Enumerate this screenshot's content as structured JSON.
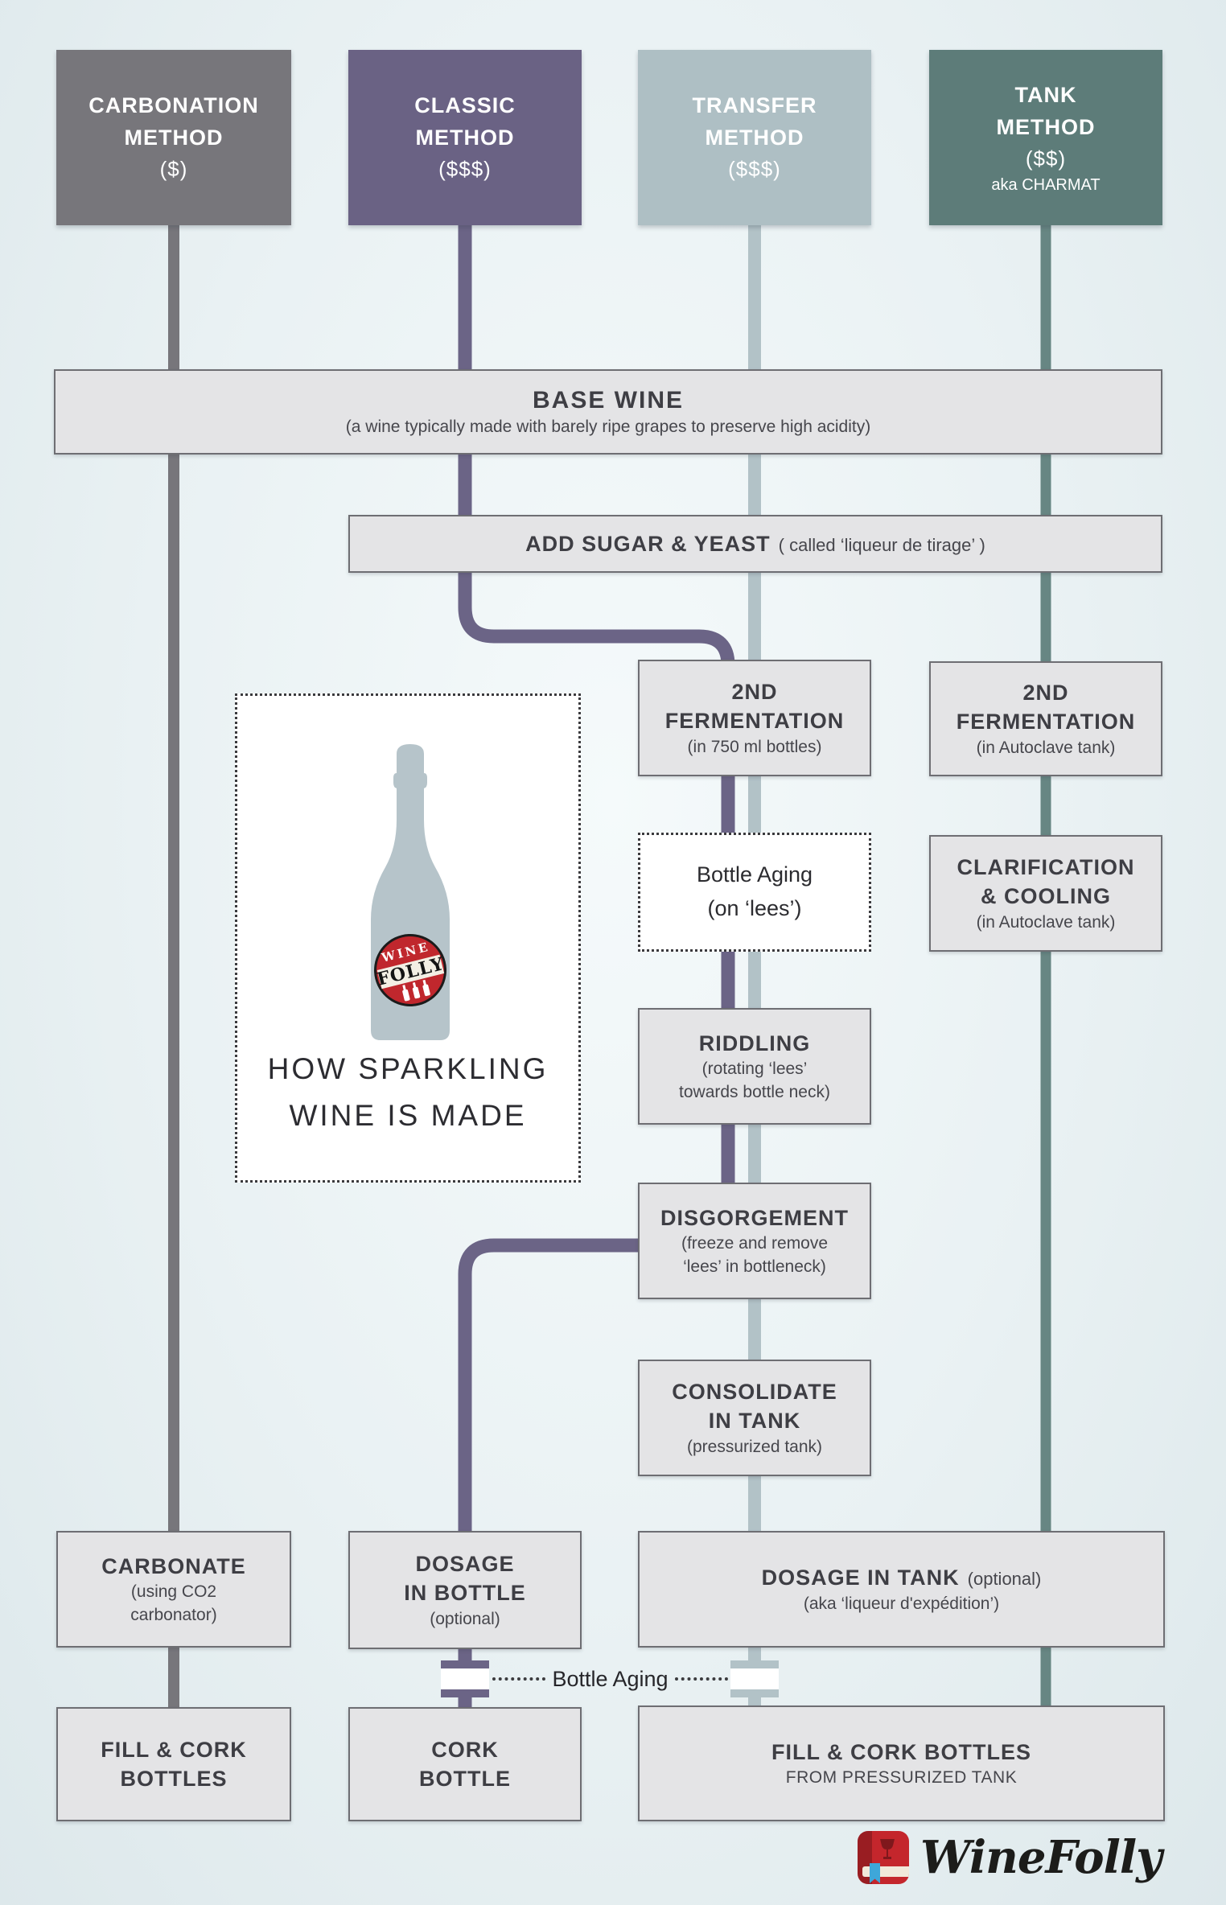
{
  "methods": [
    {
      "line1": "CARBONATION",
      "line2": "METHOD",
      "cost": "($)",
      "note": "",
      "color": "#77767b"
    },
    {
      "line1": "CLASSIC",
      "line2": "METHOD",
      "cost": "($$$)",
      "note": "",
      "color": "#6a6284"
    },
    {
      "line1": "TRANSFER",
      "line2": "METHOD",
      "cost": "($$$)",
      "note": "",
      "color": "#aebfc4"
    },
    {
      "line1": "TANK",
      "line2": "METHOD",
      "cost": "($$)",
      "note": "aka CHARMAT",
      "color": "#5d7c79"
    }
  ],
  "line_colors": {
    "carbonation": "#77767b",
    "classic": "#6b6486",
    "transfer": "#b2c2c7",
    "tank": "#678683"
  },
  "steps": {
    "base_wine": {
      "title": "BASE WINE",
      "subtitle": "(a wine typically made with barely ripe grapes to preserve high acidity)"
    },
    "add_sugar": {
      "title": "ADD SUGAR & YEAST",
      "suffix": "( called ‘liqueur de tirage’ )"
    },
    "ferm_bottles": {
      "title1": "2ND",
      "title2": "FERMENTATION",
      "subtitle": "(in 750 ml bottles)"
    },
    "ferm_tank": {
      "title1": "2ND",
      "title2": "FERMENTATION",
      "subtitle": "(in Autoclave tank)"
    },
    "bottle_aging": {
      "line1": "Bottle Aging",
      "line2": "(on ‘lees’)"
    },
    "clarification": {
      "title1": "CLARIFICATION",
      "title2": "& COOLING",
      "subtitle": "(in Autoclave tank)"
    },
    "riddling": {
      "title": "RIDDLING",
      "sub1": "(rotating ‘lees’",
      "sub2": "towards bottle neck)"
    },
    "disgorgement": {
      "title": "DISGORGEMENT",
      "sub1": "(freeze and remove",
      "sub2": "‘lees’ in bottleneck)"
    },
    "consolidate": {
      "title1": "CONSOLIDATE",
      "title2": "IN TANK",
      "subtitle": "(pressurized tank)"
    },
    "carbonate": {
      "title": "CARBONATE",
      "sub1": "(using CO2",
      "sub2": "carbonator)"
    },
    "dosage_bottle": {
      "title1": "DOSAGE",
      "title2": "IN BOTTLE",
      "subtitle": "(optional)"
    },
    "dosage_tank": {
      "title": "DOSAGE IN TANK",
      "suffix": "(optional)",
      "subtitle": "(aka ‘liqueur d'expédition’)"
    },
    "fill_cork": {
      "title1": "FILL & CORK",
      "title2": "BOTTLES"
    },
    "cork_bottle": {
      "title1": "CORK",
      "title2": "BOTTLE"
    },
    "fill_cork_tank": {
      "title": "FILL & CORK BOTTLES",
      "subtitle": "FROM PRESSURIZED TANK"
    }
  },
  "divider": {
    "label": "Bottle Aging"
  },
  "illustration": {
    "caption1": "HOW SPARKLING",
    "caption2": "WINE IS MADE",
    "label_top": "WINE",
    "label_mid": "FOLLY",
    "bottle_color": "#b6c4ca",
    "label_color": "#c0272d",
    "band_color": "#f3efe4"
  },
  "logo": {
    "text": "WineFolly",
    "red": "#c4262c"
  }
}
